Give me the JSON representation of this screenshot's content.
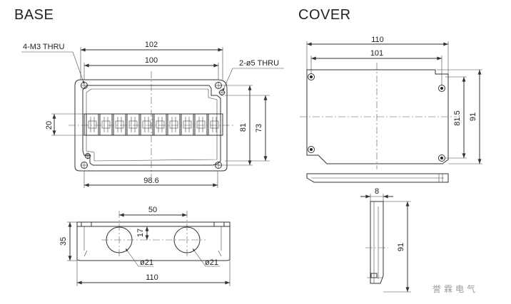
{
  "headings": {
    "base": "BASE",
    "cover": "COVER"
  },
  "base_top": {
    "callout_holes": "4-M3 THRU",
    "callout_mount": "2-ø5 THRU",
    "dim_outer_width": "102",
    "dim_hole_pitch": "100",
    "dim_inner_width": "98.6",
    "dim_strip_height": "20",
    "dim_height_outer": "81",
    "dim_height_inner": "73",
    "terminal_count": 10
  },
  "base_side": {
    "dim_pitch": "50",
    "dim_hole_center": "17",
    "dim_height": "35",
    "dim_hole_left": "ø21",
    "dim_hole_right": "ø21",
    "dim_length": "110"
  },
  "cover_top": {
    "dim_width": "110",
    "dim_hole_pitch": "101",
    "dim_hole_pitch_v": "81.5",
    "dim_height": "91"
  },
  "cover_side": {
    "dim_thickness": "8",
    "dim_height": "91"
  },
  "watermark": "誉霖电气"
}
